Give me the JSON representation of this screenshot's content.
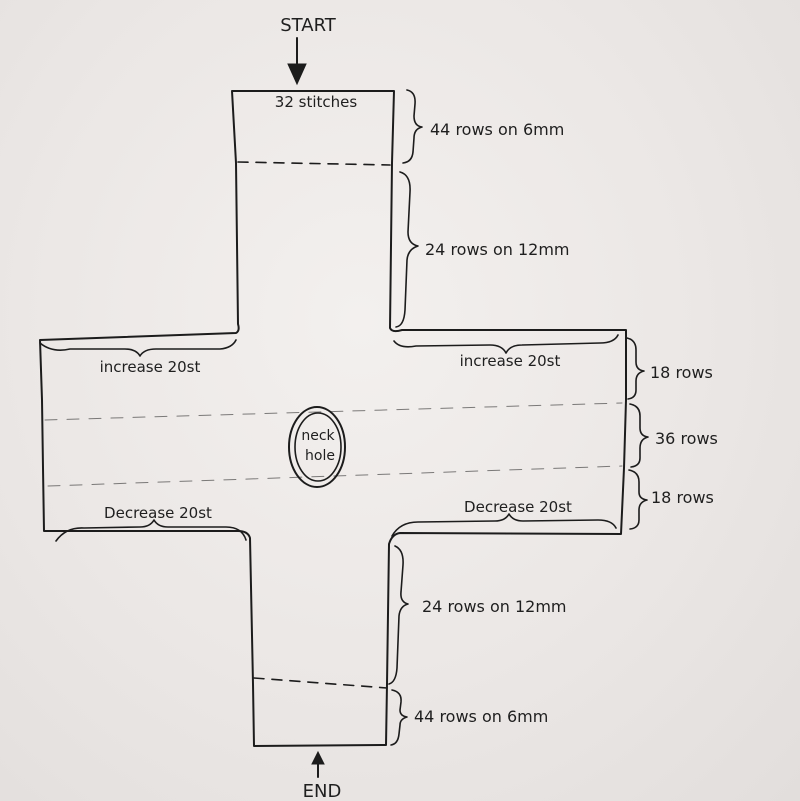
{
  "labels": {
    "start": "START",
    "end": "END",
    "top_width": "32 stitches",
    "top_cuff": "44 rows on 6mm",
    "top_arm": "24 rows on 12mm",
    "increase_left": "increase 20st",
    "increase_right": "increase 20st",
    "body_top": "18 rows",
    "body_middle": "36 rows",
    "body_bottom": "18 rows",
    "neck_line1": "neck",
    "neck_line2": "hole",
    "decrease_left": "Decrease 20st",
    "decrease_right": "Decrease 20st",
    "bottom_arm": "24 rows on 12mm",
    "bottom_cuff": "44 rows on 6mm"
  },
  "colors": {
    "paper": "#eeeae8",
    "ink": "#1c1c1c"
  }
}
